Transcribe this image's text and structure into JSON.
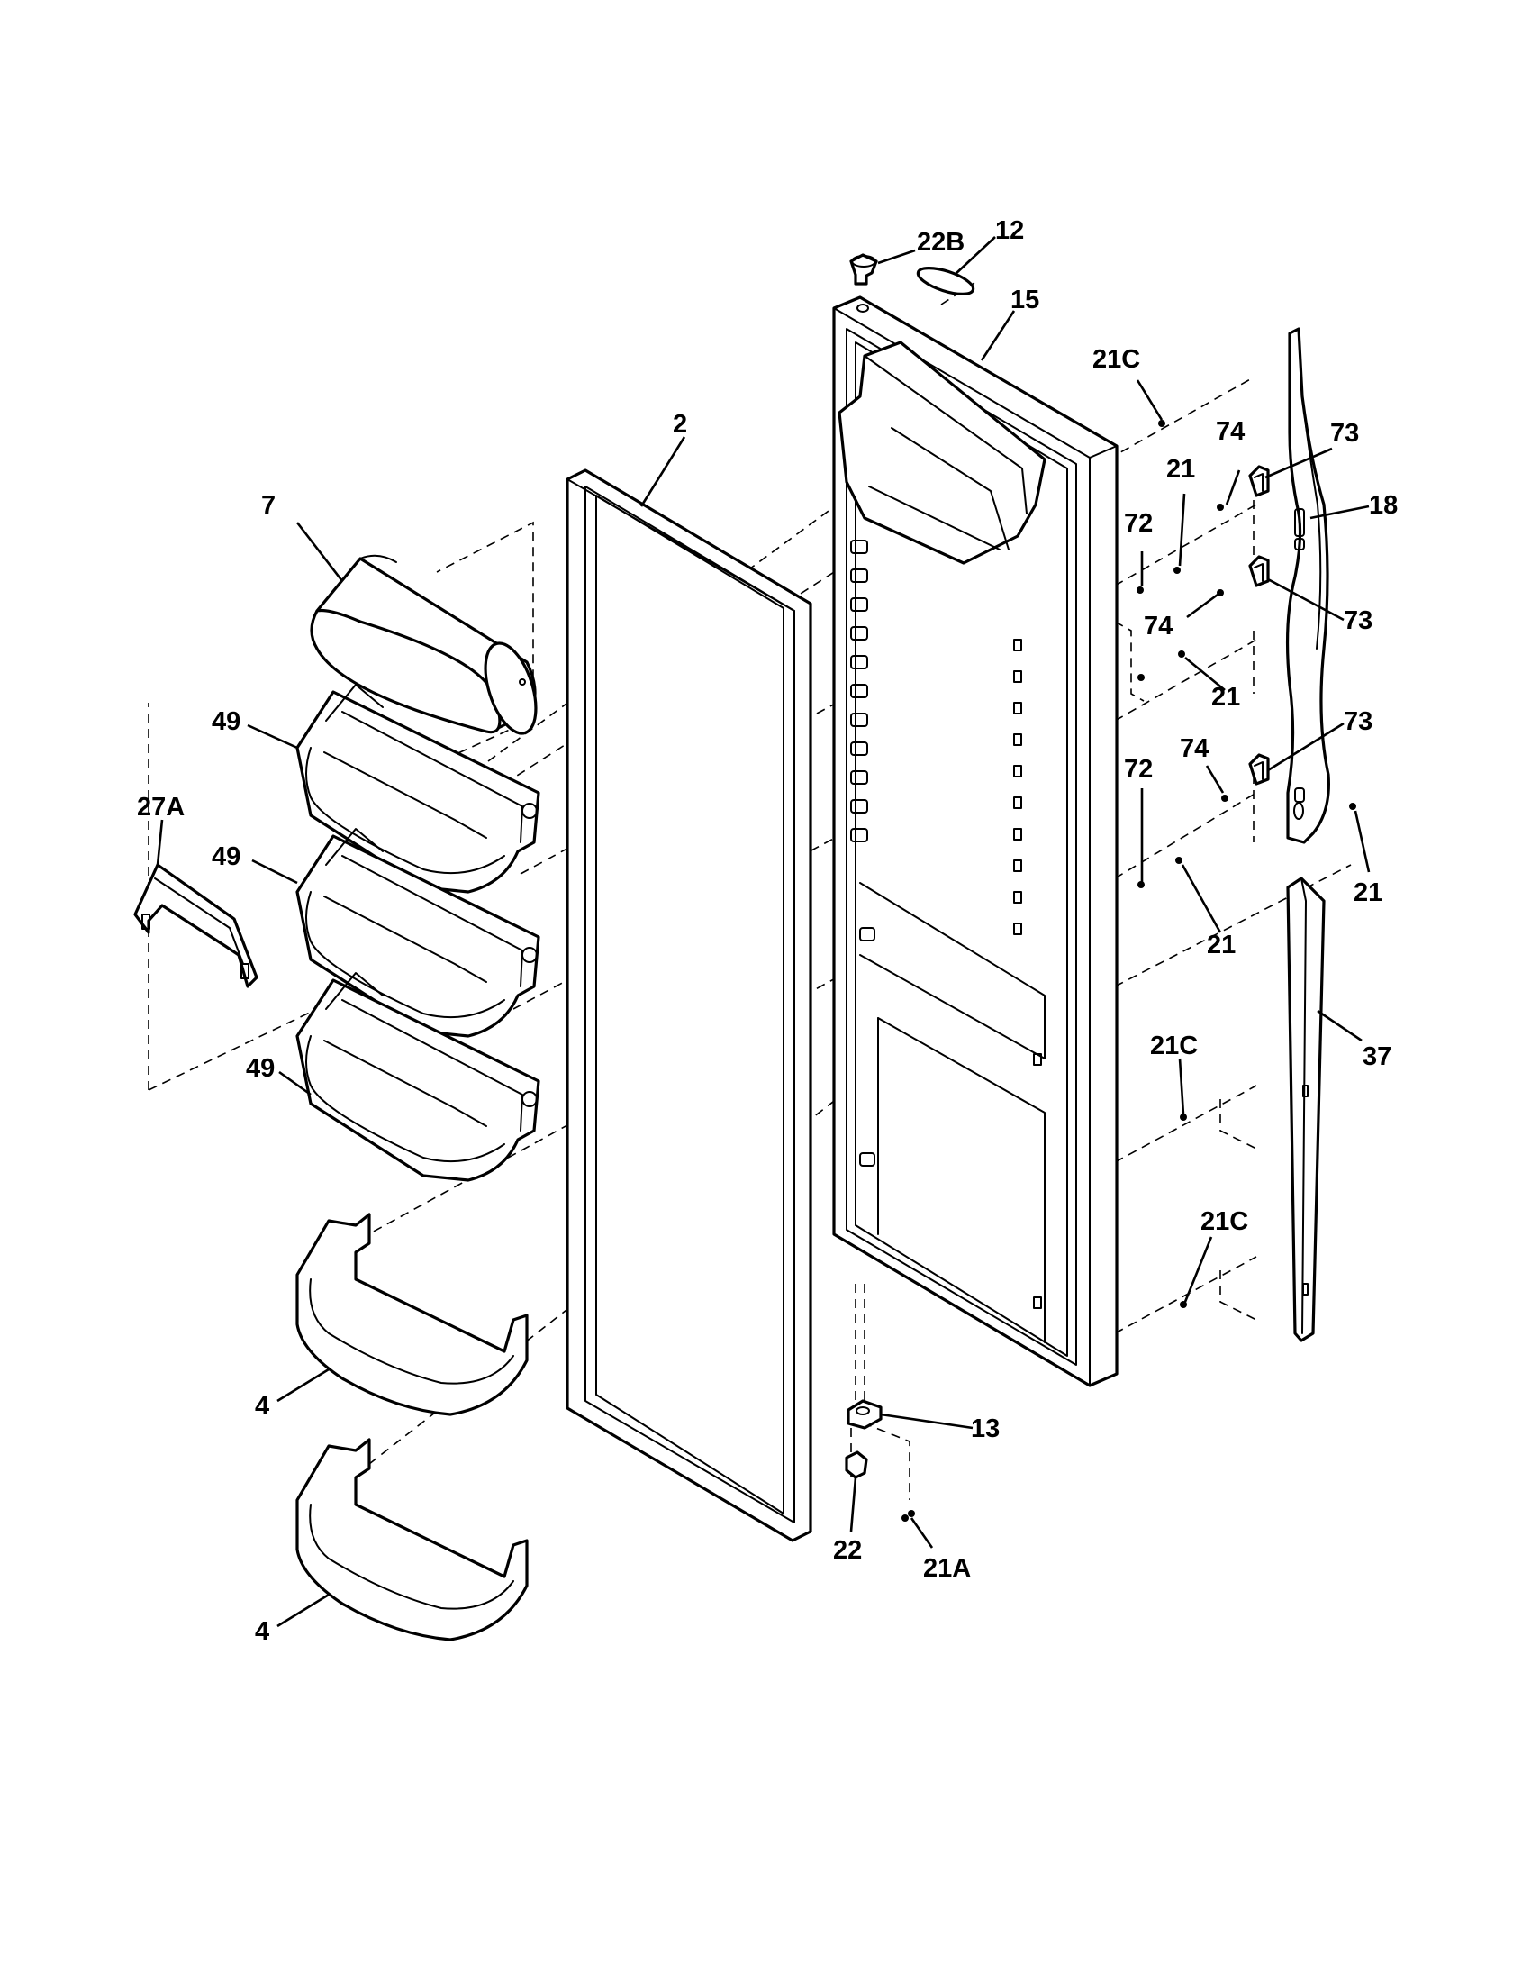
{
  "labels": {
    "l22b": "22B",
    "l12": "12",
    "l15": "15",
    "l21c_top": "21C",
    "l2": "2",
    "l74_a": "74",
    "l73_a": "73",
    "l21_a": "21",
    "l18": "18",
    "l7": "7",
    "l72_a": "72",
    "l74_b": "74",
    "l73_b": "73",
    "l21_b": "21",
    "l49_a": "49",
    "l73_c": "73",
    "l74_c": "74",
    "l72_b": "72",
    "l27a": "27A",
    "l21_c": "21",
    "l49_b": "49",
    "l21_d": "21",
    "l37": "37",
    "l21c_mid": "21C",
    "l49_c": "49",
    "l21c_low": "21C",
    "l4_a": "4",
    "l13": "13",
    "l22": "22",
    "l21a": "21A",
    "l4_b": "4"
  },
  "colors": {
    "line": "#000000",
    "background": "#ffffff"
  }
}
